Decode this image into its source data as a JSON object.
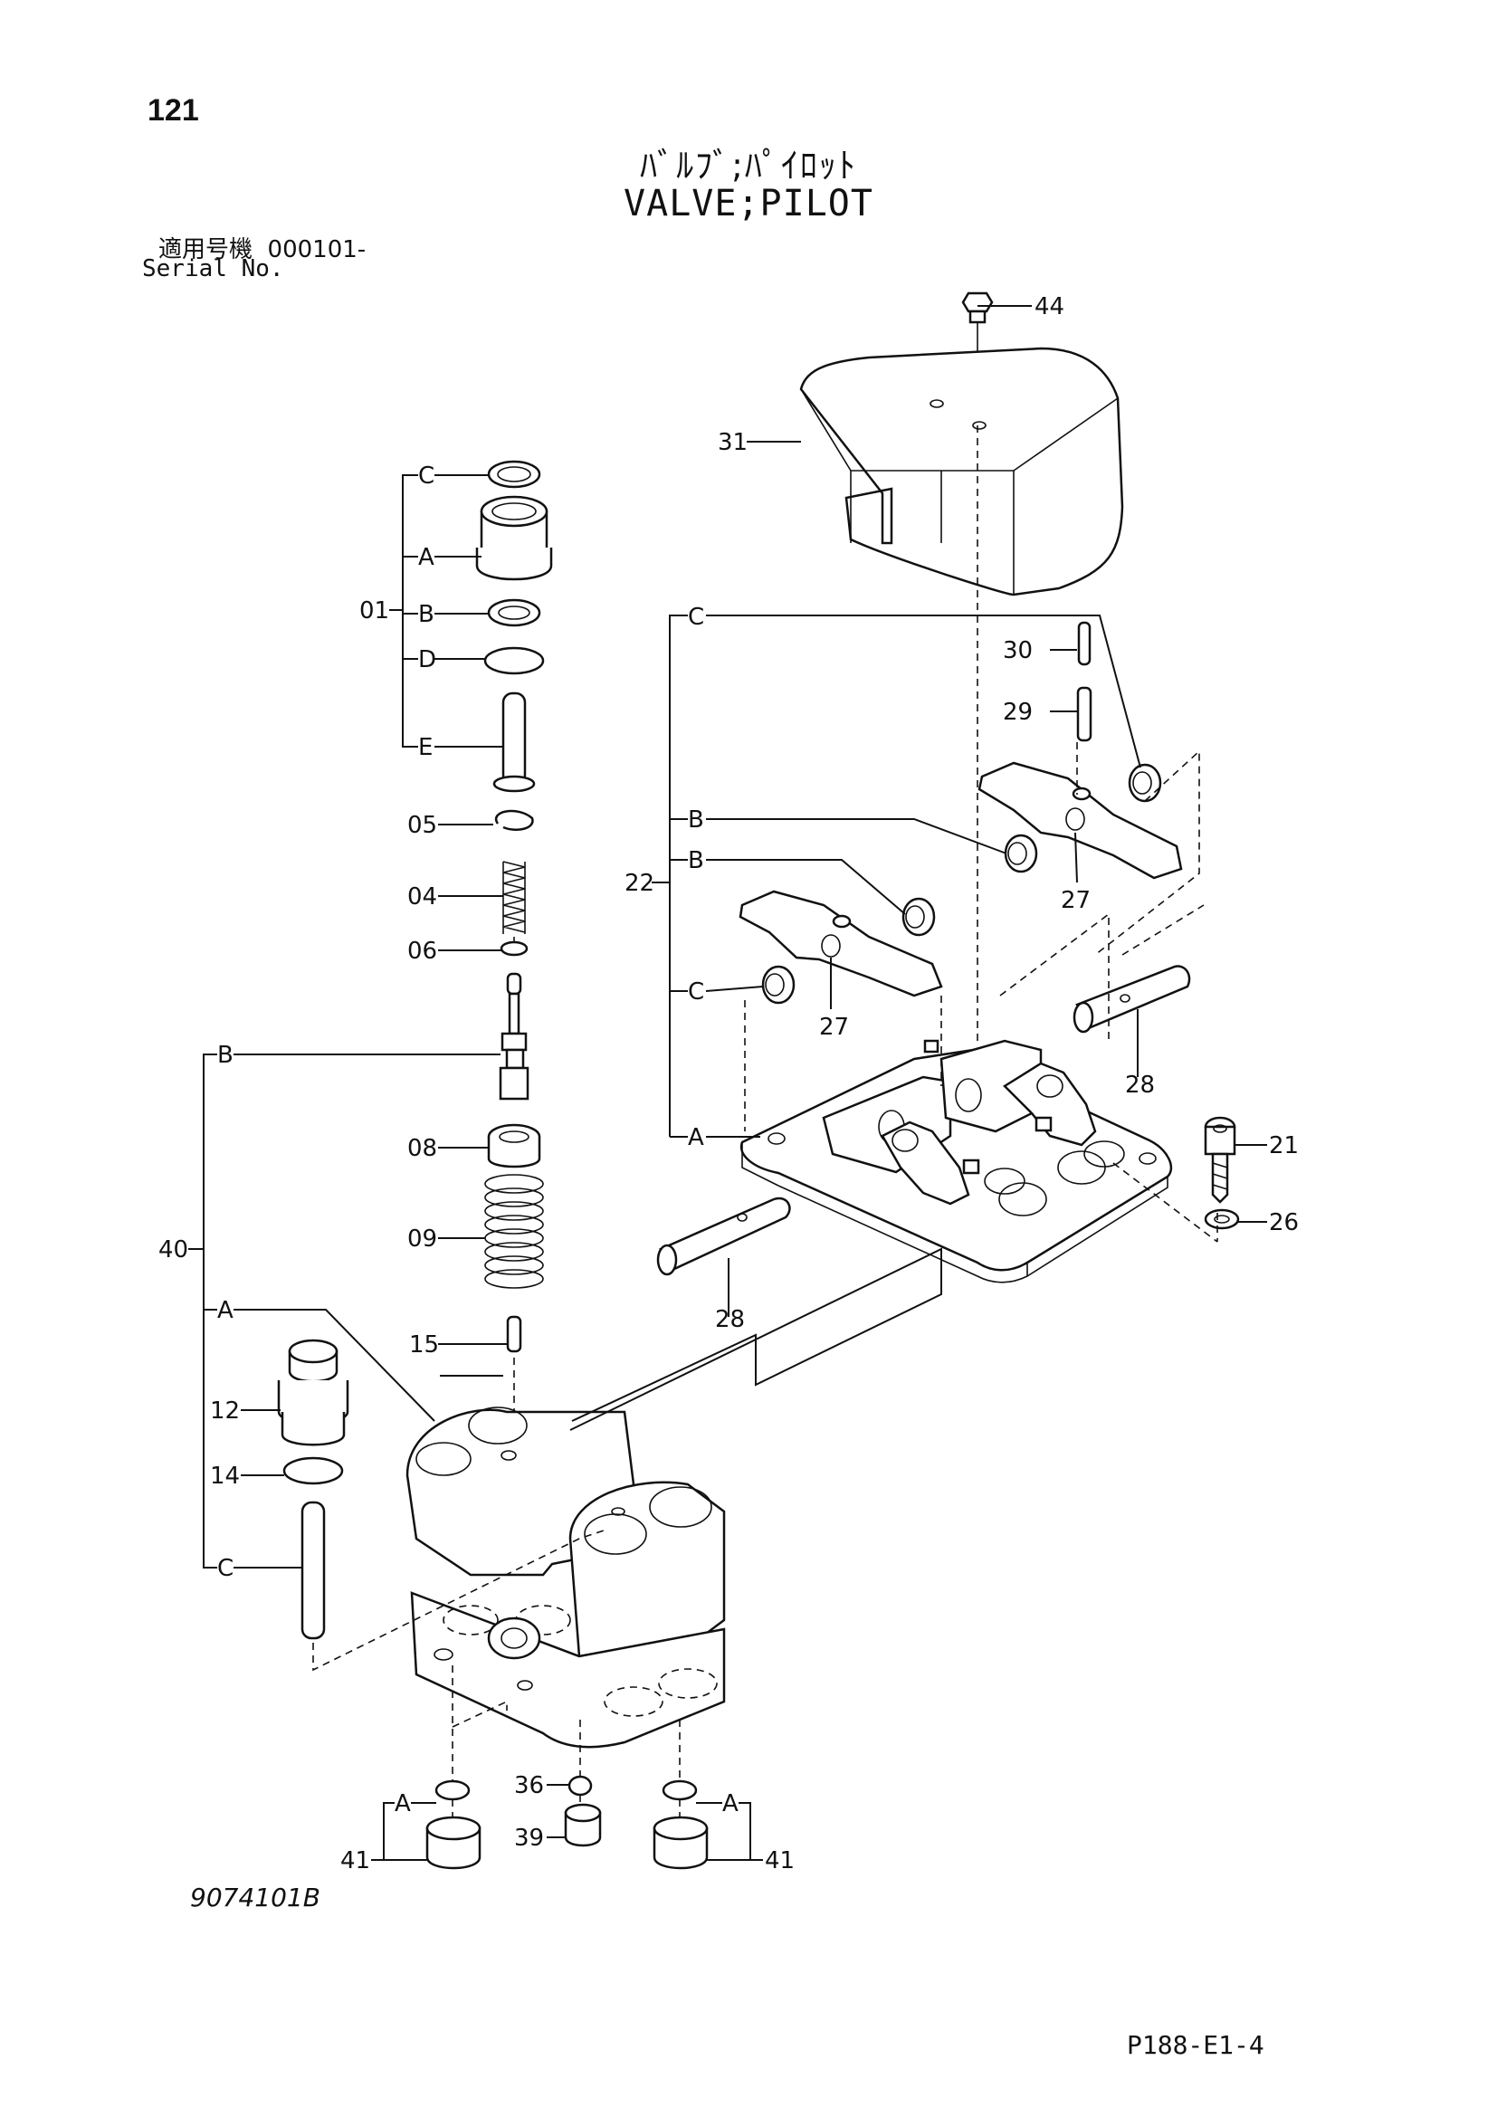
{
  "header": {
    "page_number": "121",
    "title_jp": "ﾊﾞﾙﾌﾞ;ﾊﾟｲﾛｯﾄ",
    "title_en": "VALVE;PILOT",
    "serial_label_jp": "適用号機",
    "serial_value": "000101-",
    "serial_label_en": "Serial No."
  },
  "callouts": {
    "p44": "44",
    "p31": "31",
    "c_top": "C",
    "p30": "30",
    "p29": "29",
    "b_upper": "B",
    "b_lower": "B",
    "p22": "22",
    "p27a": "27",
    "p27b": "27",
    "c_mid": "C",
    "p28a": "28",
    "a_base": "A",
    "p21": "21",
    "p26": "26",
    "p28b": "28",
    "k_c": "C",
    "k_a": "A",
    "p01": "01",
    "k_b": "B",
    "k_d": "D",
    "k_e": "E",
    "p05": "05",
    "p04": "04",
    "p06": "06",
    "s_b": "B",
    "p08": "08",
    "p09": "09",
    "p40": "40",
    "s_a": "A",
    "p15": "15",
    "p12": "12",
    "p14": "14",
    "s_c": "C",
    "a_left": "A",
    "p36": "36",
    "a_right": "A",
    "p41a": "41",
    "p39": "39",
    "p41b": "41"
  },
  "footer": {
    "drawing_code": "9074101B",
    "page_code": "P188-E1-4"
  }
}
